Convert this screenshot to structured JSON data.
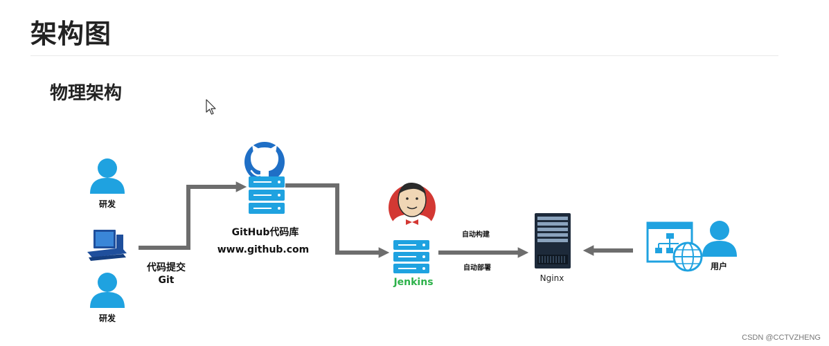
{
  "page_title": "架构图",
  "section_title": "物理架构",
  "developer_top_label": "研发",
  "developer_bottom_label": "研发",
  "commit_label_line1": "代码提交",
  "commit_label_line2": "Git",
  "github_label": "GitHub代码库",
  "github_url": "www.github.com",
  "jenkins_label": "Jenkins",
  "build_label": "自动构建",
  "deploy_label": "自动部署",
  "nginx_label": "Nginx",
  "user_label": "用户",
  "watermark": "CSDN @CCTVZHENG",
  "colors": {
    "icon_blue": "#1fa2e0",
    "arrow_gray": "#6d6d6d",
    "jenkins_green": "#2db14a",
    "github_blue": "#1f6fc6"
  }
}
